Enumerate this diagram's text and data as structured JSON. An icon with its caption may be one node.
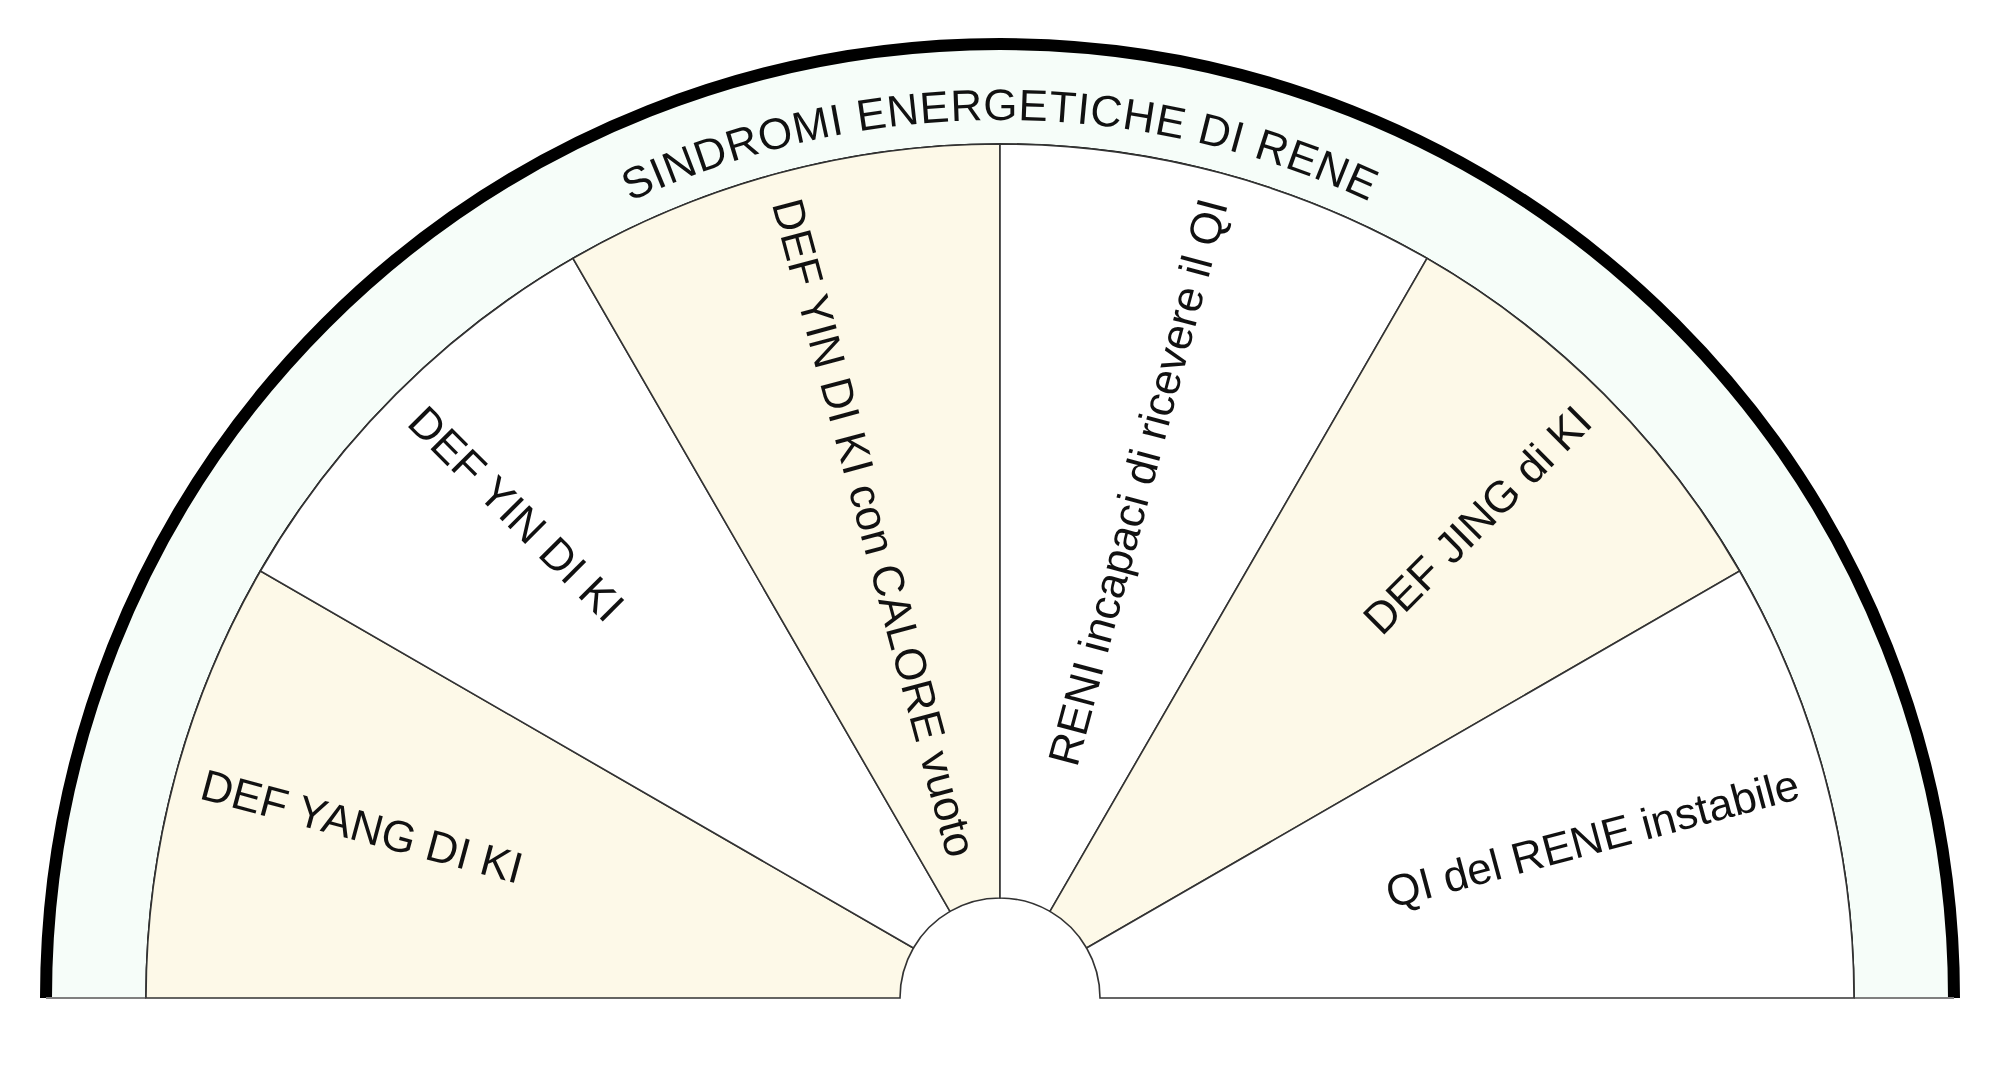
{
  "diagram": {
    "nodes": [
      {
        "text": [
          "SINDROMI ENERGETICHE DI RENE"
        ]
      },
      {
        "text": [
          "DEF YANG DI KI"
        ],
        "in": 0
      },
      {
        "text": [
          "DEF YIN DI KI"
        ],
        "in": 0
      },
      {
        "text": [
          "DEF YIN DI KI con CALORE vuoto"
        ],
        "in": 0
      },
      {
        "text": [
          "RENI incapaci di ricevere il QI"
        ],
        "in": 0
      },
      {
        "text": [
          "DEF JING di KI"
        ],
        "in": 0
      },
      {
        "text": [
          "QI del RENE instabile"
        ],
        "in": 0
      }
    ]
  }
}
